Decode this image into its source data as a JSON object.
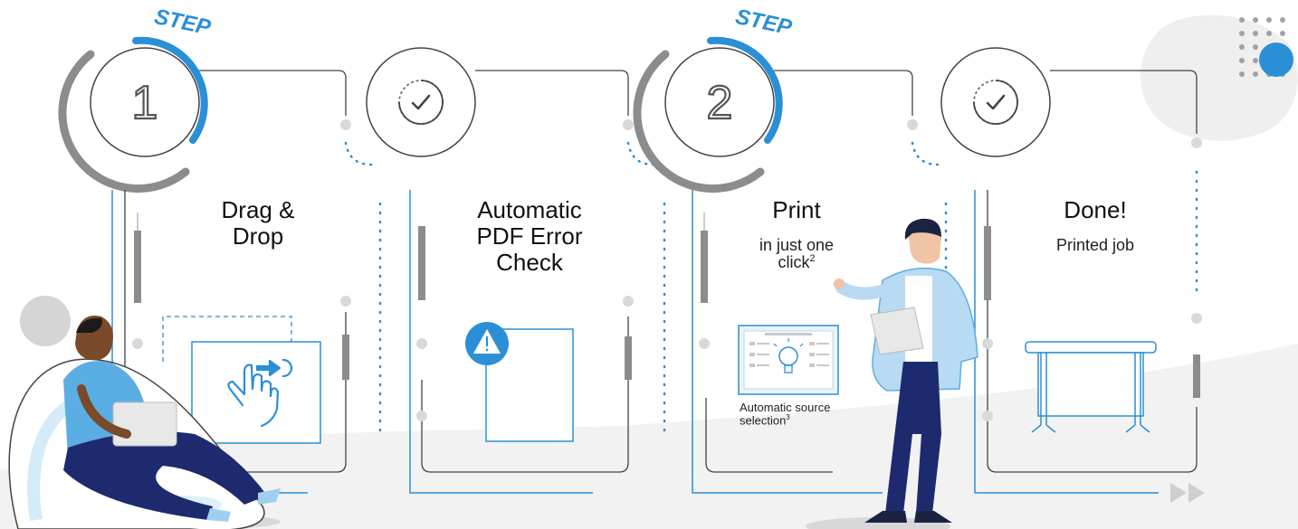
{
  "colors": {
    "blue": "#2b8fd6",
    "gray": "#8c8c8c",
    "dark_gray": "#555555",
    "line": "#444444",
    "navy": "#1e2a6e"
  },
  "steps": [
    {
      "badge_word": "STEP",
      "badge_number": "1",
      "title": "Drag &\nDrop",
      "subtitle": "",
      "icon": "hand-drag-icon"
    },
    {
      "badge_word": "",
      "badge_number": "",
      "title": "Automatic\nPDF Error\nCheck",
      "subtitle": "",
      "icon": "warning-icon"
    },
    {
      "badge_word": "STEP",
      "badge_number": "2",
      "title": "Print",
      "subtitle": "in just one\nclick",
      "subtitle_sup": "2",
      "icon": "presentation-board-icon"
    },
    {
      "badge_word": "",
      "badge_number": "",
      "title": "Done!",
      "subtitle": "Printed job",
      "icon": "large-format-printer-icon"
    }
  ],
  "caption": {
    "text": "Automatic source\nselection",
    "sup": "3"
  },
  "decorations": [
    "check-icon",
    "dot-grid",
    "forward-arrows-icon",
    "person-sitting",
    "person-standing"
  ]
}
